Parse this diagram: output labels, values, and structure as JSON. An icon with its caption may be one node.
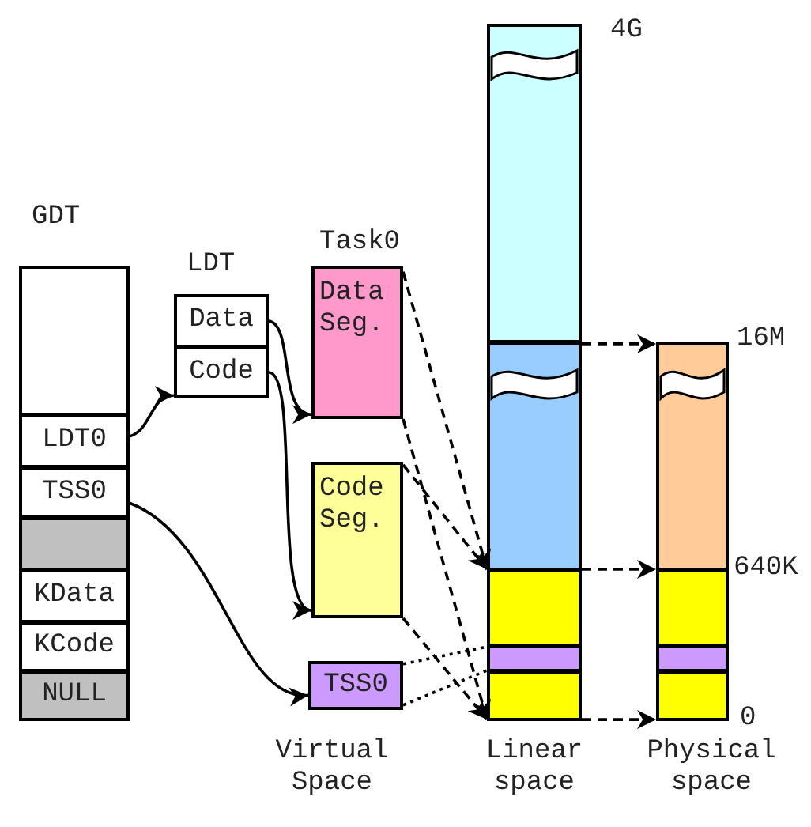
{
  "diagram": {
    "nodes": [
      {
        "text": [
          "GDT"
        ]
      },
      {
        "text": [],
        "shape": "box",
        "in": 0
      },
      {
        "text": [
          "LDT0"
        ],
        "in": 0
      },
      {
        "text": [
          "TSS0"
        ],
        "in": 0
      },
      {
        "text": [],
        "shape": "box",
        "in": 0
      },
      {
        "text": [
          "KData"
        ],
        "in": 0
      },
      {
        "text": [
          "KCode"
        ],
        "in": 0
      },
      {
        "text": [
          "NULL"
        ],
        "in": 0
      },
      {
        "text": [
          "LDT"
        ]
      },
      {
        "text": [
          "Data"
        ],
        "in": 8
      },
      {
        "text": [
          "Code"
        ],
        "in": 8
      },
      {
        "text": [
          "Data Seg."
        ]
      },
      {
        "text": [
          "Code Seg."
        ]
      },
      {
        "text": [
          "TSS0"
        ]
      },
      {
        "text": [],
        "shape": "box",
        "beside": [
          "4G"
        ]
      },
      {
        "text": [],
        "shape": "box"
      },
      {
        "text": [],
        "shape": "box"
      },
      {
        "text": [],
        "shape": "box"
      },
      {
        "text": [],
        "shape": "box"
      },
      {
        "text": [],
        "shape": "box",
        "beside": [
          "16M"
        ]
      },
      {
        "text": [],
        "shape": "box",
        "beside": [
          "640K"
        ]
      },
      {
        "text": [],
        "shape": "box"
      },
      {
        "text": [],
        "shape": "box",
        "beside": [
          "0"
        ]
      }
    ],
    "edges": [
      {
        "from": 2,
        "to": 8,
        "arrow": "to"
      },
      {
        "from": 9,
        "to": 11,
        "arrow": "to"
      },
      {
        "from": 10,
        "to": 12,
        "arrow": "to"
      },
      {
        "from": 3,
        "to": 13,
        "arrow": "to"
      },
      {
        "from": 11,
        "to": 16,
        "arrow": "to",
        "style": "dashed"
      },
      {
        "from": 11,
        "to": 18,
        "arrow": "to",
        "style": "dashed"
      },
      {
        "from": 12,
        "to": 16,
        "arrow": "to",
        "style": "dashed"
      },
      {
        "from": 12,
        "to": 18,
        "arrow": "to",
        "style": "dashed"
      },
      {
        "from": 13,
        "to": 17,
        "arrow": "none",
        "style": "dashed"
      },
      {
        "from": 13,
        "to": 17,
        "arrow": "none",
        "style": "dashed"
      },
      {
        "from": 15,
        "to": 19,
        "arrow": "to",
        "style": "dashed"
      },
      {
        "from": 16,
        "to": 20,
        "arrow": "to",
        "style": "dashed"
      },
      {
        "from": 18,
        "to": 22,
        "arrow": "to",
        "style": "dashed"
      }
    ],
    "labels": [
      "Task0",
      "Virtual Space",
      "Linear space",
      "Physical space"
    ]
  }
}
